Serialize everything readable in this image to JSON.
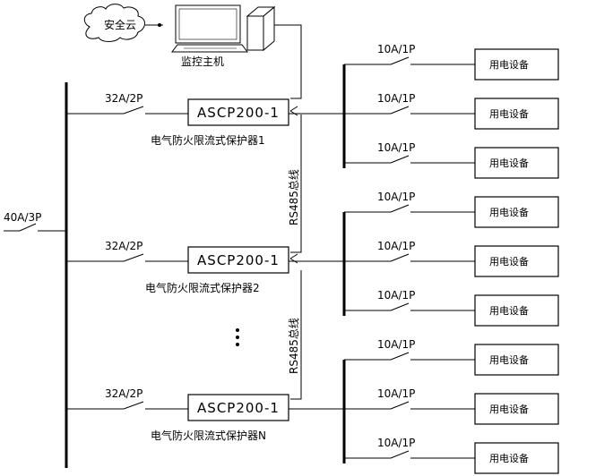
{
  "top": {
    "cloud_label": "安全云",
    "host_label": "监控主机"
  },
  "main_breaker": "40A/3P",
  "bus_label": "RS485总线",
  "ellipsis": "⋮",
  "protectors": [
    {
      "breaker": "32A/2P",
      "model": "ASCP200-1",
      "name": "电气防火限流式保护器1",
      "loads": [
        {
          "breaker": "10A/1P",
          "device": "用电设备"
        },
        {
          "breaker": "10A/1P",
          "device": "用电设备"
        },
        {
          "breaker": "10A/1P",
          "device": "用电设备"
        }
      ]
    },
    {
      "breaker": "32A/2P",
      "model": "ASCP200-1",
      "name": "电气防火限流式保护器2",
      "loads": [
        {
          "breaker": "10A/1P",
          "device": "用电设备"
        },
        {
          "breaker": "10A/1P",
          "device": "用电设备"
        },
        {
          "breaker": "10A/1P",
          "device": "用电设备"
        }
      ]
    },
    {
      "breaker": "32A/2P",
      "model": "ASCP200-1",
      "name": "电气防火限流式保护器N",
      "loads": [
        {
          "breaker": "10A/1P",
          "device": "用电设备"
        },
        {
          "breaker": "10A/1P",
          "device": "用电设备"
        },
        {
          "breaker": "10A/1P",
          "device": "用电设备"
        }
      ]
    }
  ]
}
